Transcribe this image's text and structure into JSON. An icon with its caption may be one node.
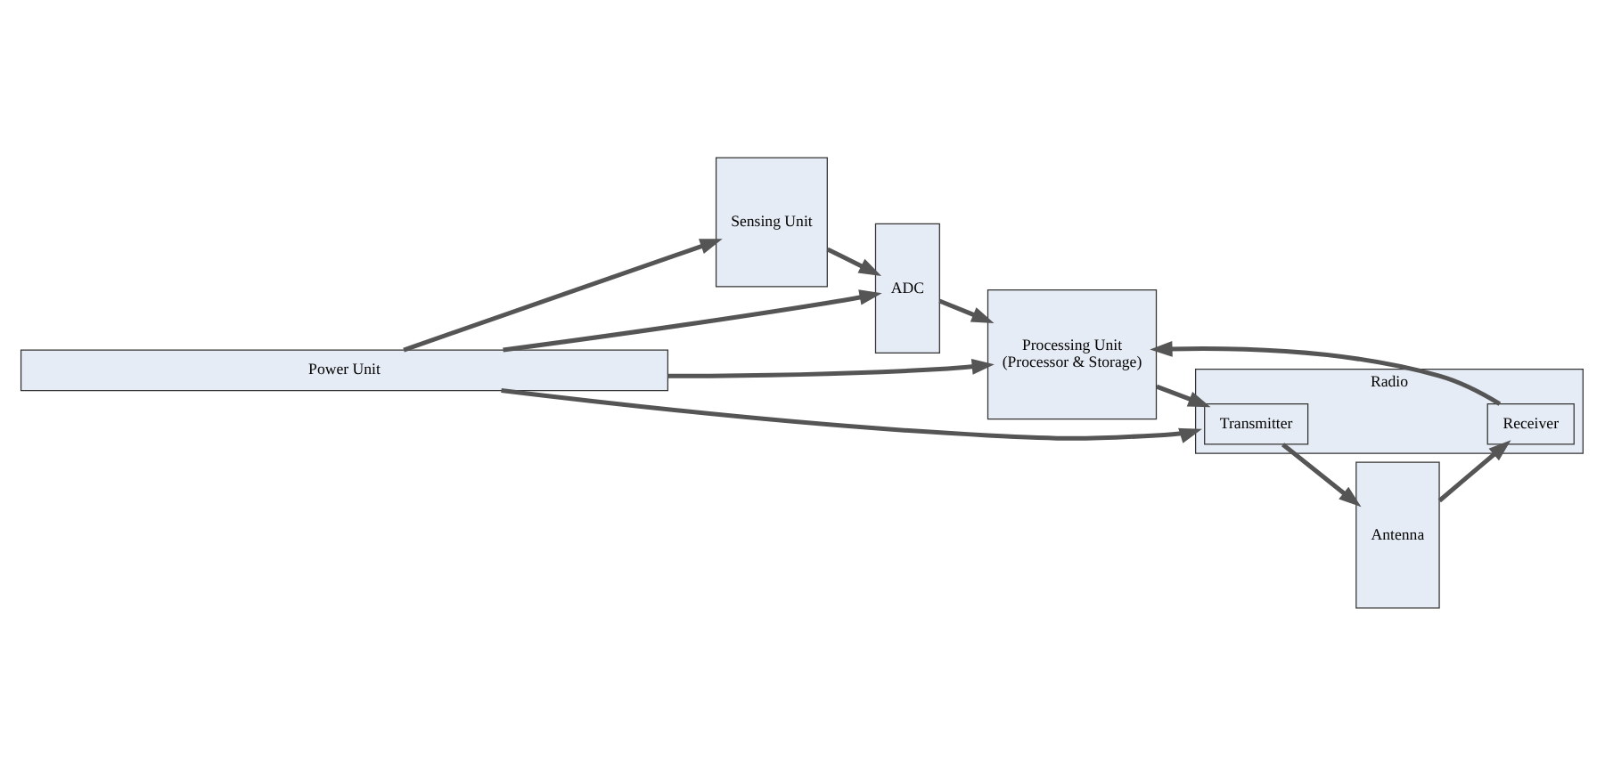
{
  "diagram": {
    "nodes": [
      {
        "text": [
          "Sensing Unit"
        ]
      },
      {
        "text": [
          "ADC"
        ]
      },
      {
        "text": [
          "Processing Unit",
          "(Processor & Storage)"
        ]
      },
      {
        "text": [
          "Radio"
        ]
      },
      {
        "text": [
          "Transmitter"
        ],
        "in": 3
      },
      {
        "text": [
          "Receiver"
        ],
        "in": 3
      },
      {
        "text": [
          "Antenna"
        ]
      },
      {
        "text": [
          "Power Unit"
        ]
      }
    ],
    "edges": [
      {
        "from": 0,
        "to": 1,
        "arrow": "to"
      },
      {
        "from": 1,
        "to": 2,
        "arrow": "to"
      },
      {
        "from": 2,
        "to": 4,
        "arrow": "to"
      },
      {
        "from": 4,
        "to": 6,
        "arrow": "to"
      },
      {
        "from": 6,
        "to": 5,
        "arrow": "to"
      },
      {
        "from": 5,
        "to": 2,
        "arrow": "to"
      },
      {
        "from": 7,
        "to": 0,
        "arrow": "to"
      },
      {
        "from": 7,
        "to": 1,
        "arrow": "to"
      },
      {
        "from": 7,
        "to": 2,
        "arrow": "to"
      },
      {
        "from": 7,
        "to": 3,
        "arrow": "to"
      }
    ]
  }
}
